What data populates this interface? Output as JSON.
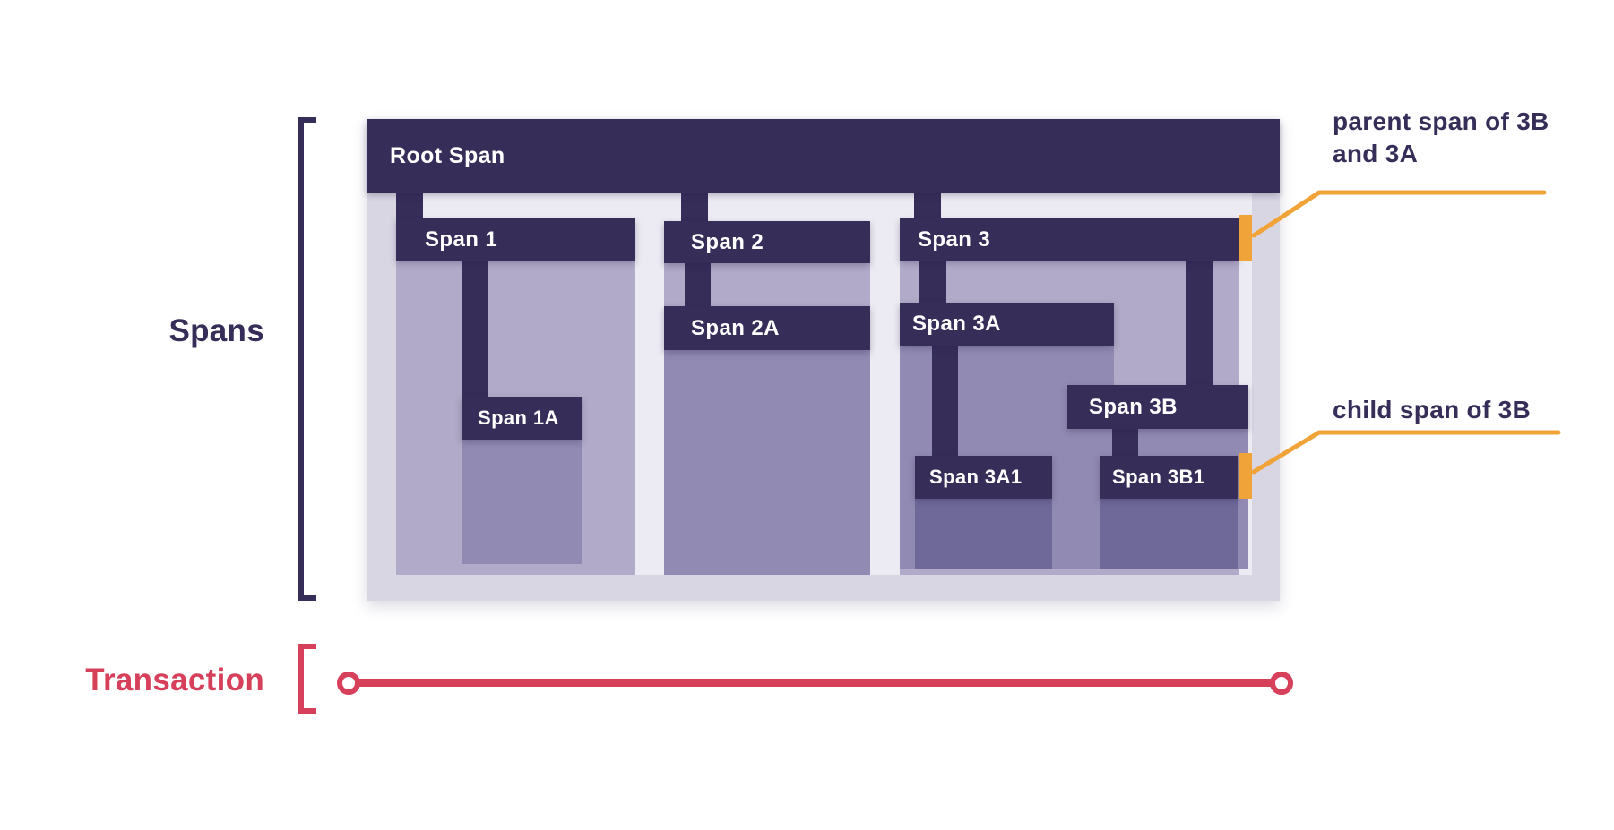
{
  "left_labels": {
    "spans": "Spans",
    "transaction": "Transaction"
  },
  "spans": {
    "root": "Root Span",
    "s1": "Span 1",
    "s1a": "Span 1A",
    "s2": "Span 2",
    "s2a": "Span 2A",
    "s3": "Span 3",
    "s3a": "Span 3A",
    "s3a1": "Span 3A1",
    "s3b": "Span 3B",
    "s3b1": "Span 3B1"
  },
  "annotations": {
    "parent": "parent span of 3B and 3A",
    "child": "child span of 3B"
  },
  "hierarchy": {
    "Root Span": [
      "Span 1",
      "Span 2",
      "Span 3"
    ],
    "Span 1": [
      "Span 1A"
    ],
    "Span 2": [
      "Span 2A"
    ],
    "Span 3": [
      "Span 3A",
      "Span 3B"
    ],
    "Span 3A": [
      "Span 3A1"
    ],
    "Span 3B": [
      "Span 3B1"
    ]
  },
  "colors": {
    "span_bar": "#362d59",
    "canvas_background": "#d8d6e3",
    "inner_panel": "#ecebf3",
    "duration_light": "#b1aac8",
    "duration_medium": "#918ab2",
    "duration_dark": "#6e6999",
    "highlight_orange": "#f0a338",
    "transaction_red": "#d6405a"
  }
}
